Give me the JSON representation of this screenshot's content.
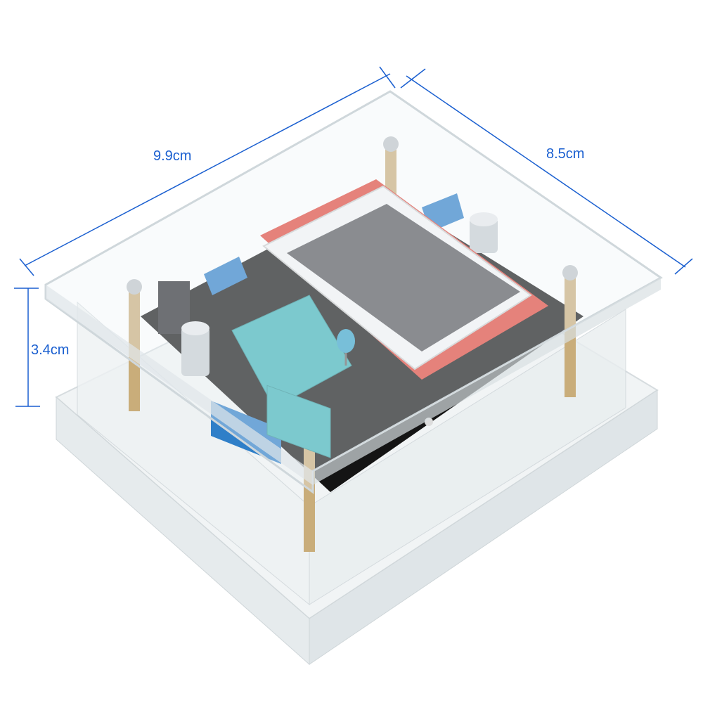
{
  "dimensions": {
    "length": "9.9cm",
    "width": "8.5cm",
    "height": "3.4cm"
  },
  "colors": {
    "dimension_line": "#1a5fd0",
    "acrylic": "#e9eef0",
    "pcb": "#141414",
    "lcd": "#55555a",
    "socket": "#3fb3b8",
    "terminal": "#2f7fc8",
    "lcd_board": "#e0453a",
    "standoff": "#c9ad7a"
  },
  "icons": [
    "product-photo-tester"
  ]
}
